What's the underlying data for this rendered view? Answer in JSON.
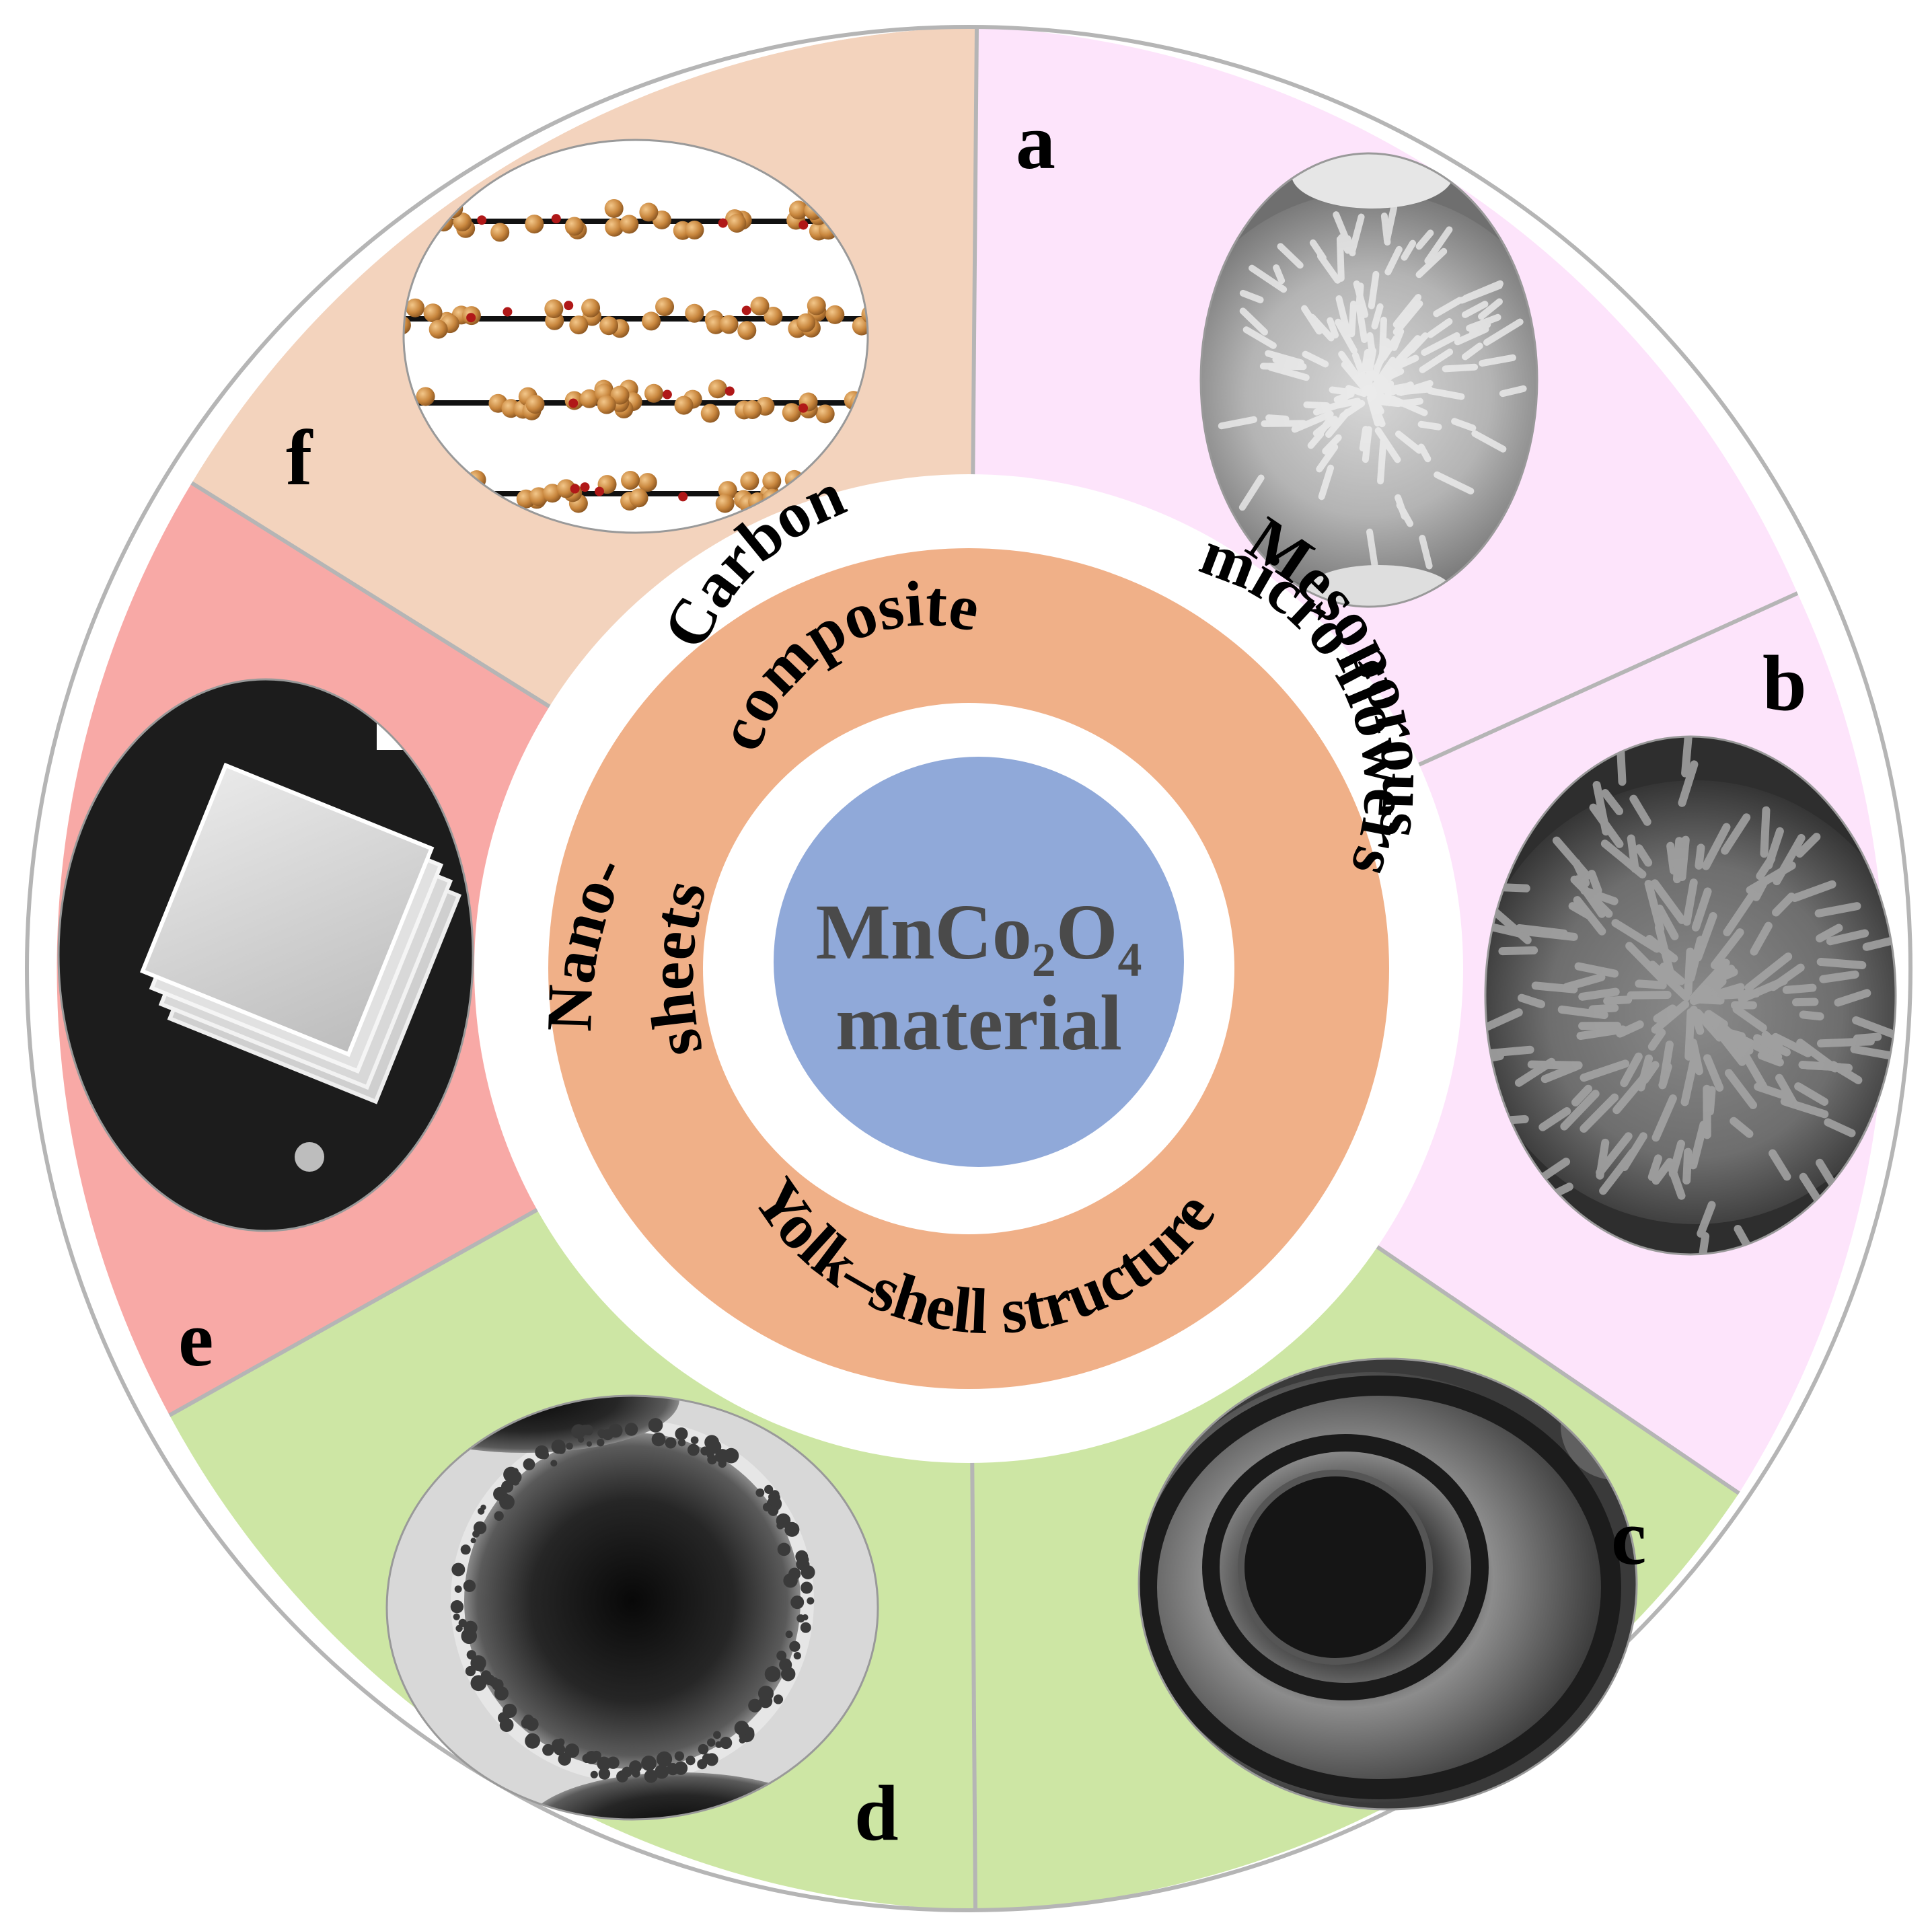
{
  "panel_labels": {
    "a": "a",
    "b": "b",
    "c": "c",
    "d": "d",
    "e": "e",
    "f": "f"
  },
  "ring_labels": {
    "carbon_composite_line1": "Carbon",
    "carbon_composite_line2": "composite",
    "mesoporous_line1": "Mesoporous",
    "mesoporous_line2": "micro flowers",
    "nanosheets_line1": "Nano-",
    "nanosheets_line2": "sheets",
    "yolk_shell": "Yolk–shell structure"
  },
  "center": {
    "formula_main1": "MnCo",
    "formula_sub1": "2",
    "formula_main2": "O",
    "formula_sub2": "4",
    "line2": "material"
  },
  "colors": {
    "sector_a": "#fde4fb",
    "sector_b": "#fde4fb",
    "sector_c": "#cde6a4",
    "sector_d": "#cde6a4",
    "sector_e": "#f8a9a6",
    "sector_f": "#f3d3bd",
    "ring": "#f0b088",
    "core": "#90a9d9",
    "divider": "#b5b5b5"
  },
  "icons": {
    "panel_a": "sem-microflower-icon",
    "panel_b": "sem-nanorod-flower-icon",
    "panel_c": "tem-yolk-shell-icon",
    "panel_d": "tem-sphere-icon",
    "panel_e": "sem-stacked-nanosheets-icon",
    "panel_f": "layered-atomic-model-icon"
  }
}
